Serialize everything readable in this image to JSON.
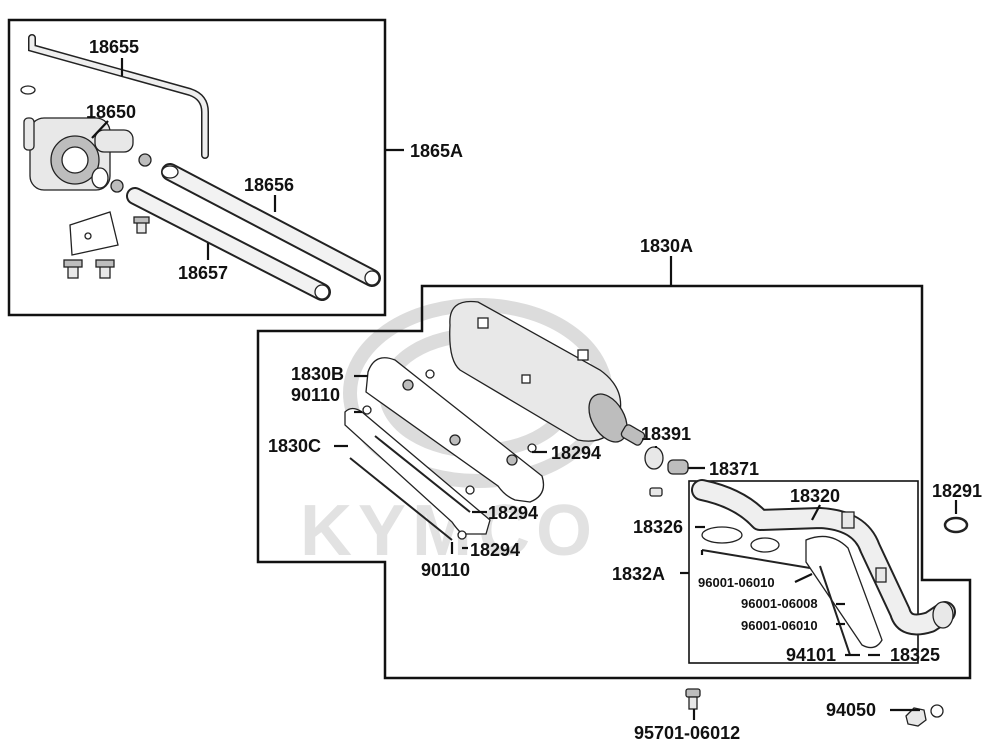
{
  "watermark": {
    "brand": "KYMCO"
  },
  "groups": {
    "g1865A": "1865A",
    "g1830A": "1830A",
    "g1832A": "1832A"
  },
  "labels": {
    "p18655": "18655",
    "p18650": "18650",
    "p18656": "18656",
    "p18657": "18657",
    "p1830B": "1830B",
    "p90110_top": "90110",
    "p1830C": "1830C",
    "p18294_a": "18294",
    "p18294_b": "18294",
    "p18294_c": "18294",
    "p90110_bot": "90110",
    "p18391": "18391",
    "p18371": "18371",
    "p18320": "18320",
    "p18326": "18326",
    "p18291": "18291",
    "p96001_06010_a": "96001-06010",
    "p96001_06008": "96001-06008",
    "p96001_06010_b": "96001-06010",
    "p94101": "94101",
    "p18325": "18325",
    "p95701_06012": "95701-06012",
    "p94050": "94050"
  },
  "icons": {
    "air_valve": "air-injection-valve-icon",
    "muffler": "muffler-icon",
    "exhaust_pipe": "exhaust-pipe-icon",
    "gasket": "gasket-ring-icon",
    "bolt": "bolt-icon",
    "nut": "nut-icon"
  }
}
